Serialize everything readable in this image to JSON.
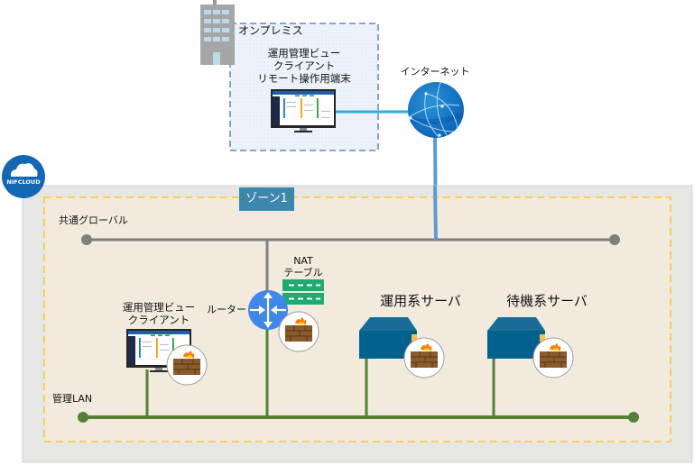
{
  "onprem": {
    "label": "オンプレミス",
    "terminal_lines": [
      "運用管理ビュー",
      "クライアント",
      "リモート操作用端末"
    ]
  },
  "internet": {
    "label": "インターネット"
  },
  "cloud_logo": {
    "text": "NIFCLOUD"
  },
  "zone": {
    "label": "ゾーン1"
  },
  "networks": {
    "global": "共通グローバル",
    "mgmt": "管理LAN"
  },
  "router": {
    "label": "ルーター"
  },
  "nat": {
    "lines": [
      "NAT",
      "テーブル"
    ]
  },
  "client": {
    "lines": [
      "運用管理ビュー",
      "クライアント"
    ]
  },
  "servers": [
    {
      "label": "運用系サーバ"
    },
    {
      "label": "待機系サーバ"
    }
  ],
  "colors": {
    "zone_bg": "#e6e6e5",
    "zone_inner": "#f2ebdd",
    "zone_border": "#ffc000",
    "zone_tag": "#3c87ad",
    "global_line": "#7f7f7f",
    "mgmt_line": "#548235",
    "internet_line": "#5b9bd5",
    "onprem_border": "#4472c4",
    "server": "#03628d"
  }
}
